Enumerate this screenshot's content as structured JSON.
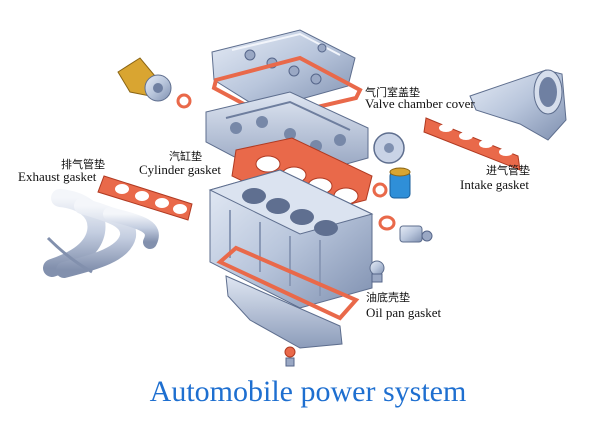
{
  "title": "Automobile power system",
  "labels": {
    "valve_cover_cn": "气门室盖垫",
    "valve_cover_en": "Valve chamber cover",
    "cylinder_cn": "汽缸垫",
    "cylinder_en": "Cylinder gasket",
    "exhaust_cn": "排气管垫",
    "exhaust_en": "Exhaust gasket",
    "intake_cn": "进气管垫",
    "intake_en": "Intake gasket",
    "oilpan_cn": "油底壳垫",
    "oilpan_en": "Oil pan gasket"
  },
  "colors": {
    "metal": "#b9c6dc",
    "metal_dark": "#7f90b0",
    "gasket": "#e9694a",
    "gasket_dark": "#b03a22",
    "title": "#1e6fd0",
    "brass": "#d9a531",
    "filter": "#2f8fd8"
  }
}
